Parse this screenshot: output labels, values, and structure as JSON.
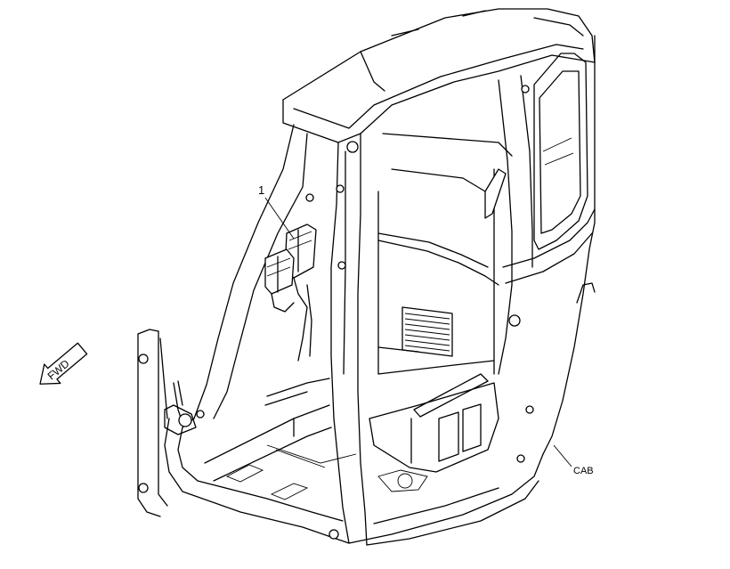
{
  "labels": {
    "callout_1": "1",
    "cab": "CAB",
    "fwd": "FWD"
  }
}
